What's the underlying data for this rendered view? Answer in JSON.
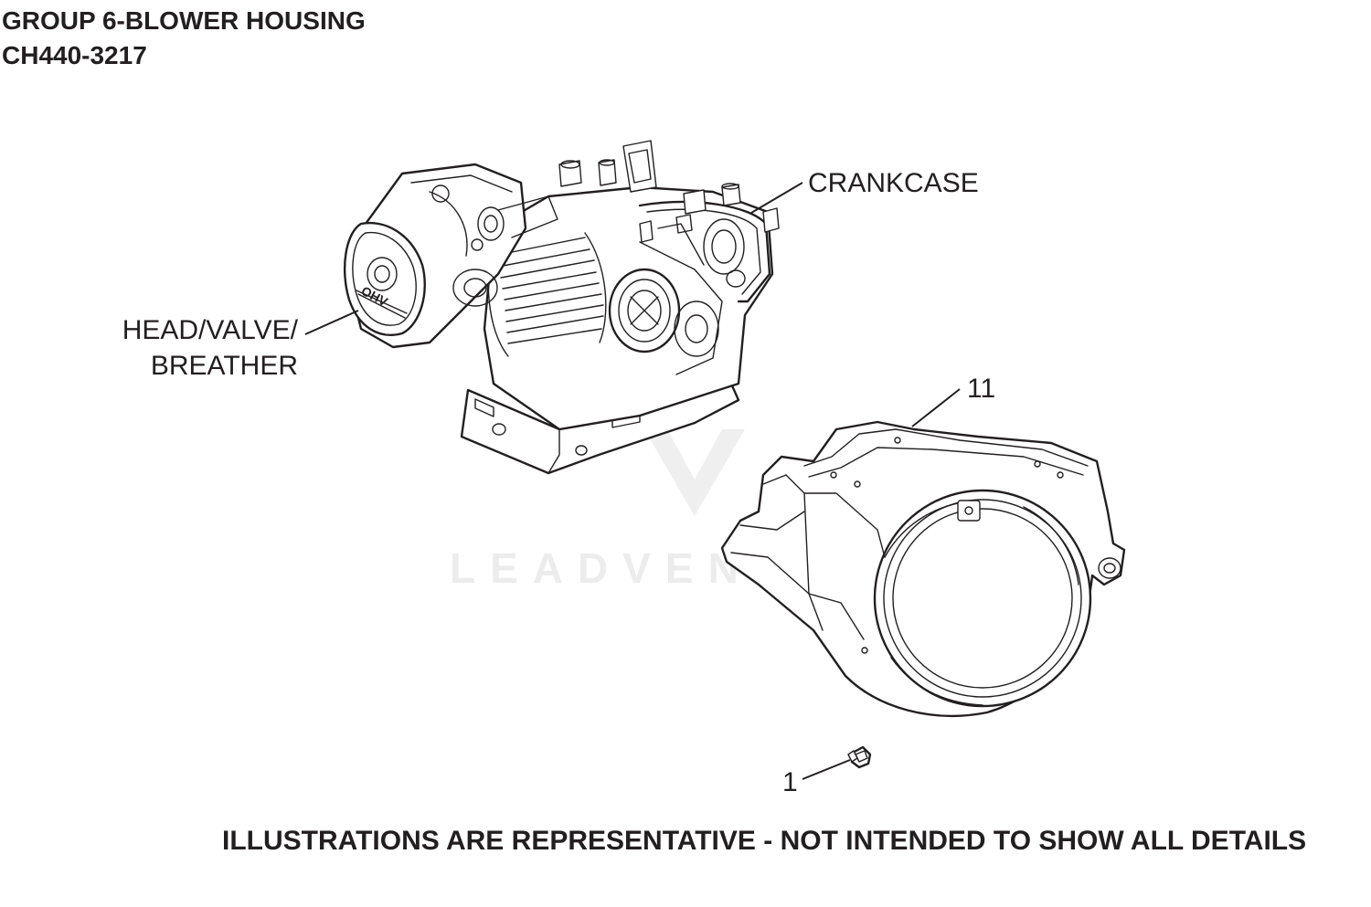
{
  "header": {
    "title_line1": "GROUP 6-BLOWER HOUSING",
    "title_line2": "CH440-3217"
  },
  "callouts": {
    "crankcase": "CRANKCASE",
    "head_line1": "HEAD/VALVE/",
    "head_line2": "BREATHER",
    "part_11": "11",
    "part_1": "1",
    "cover_lettering": "OHV"
  },
  "watermark": "LEADVENTURE",
  "footer": {
    "disclaimer": "ILLUSTRATIONS ARE REPRESENTATIVE - NOT INTENDED TO SHOW ALL DETAILS"
  },
  "colors": {
    "ink": "#231f20",
    "watermark": "#ececec",
    "background": "#ffffff"
  }
}
